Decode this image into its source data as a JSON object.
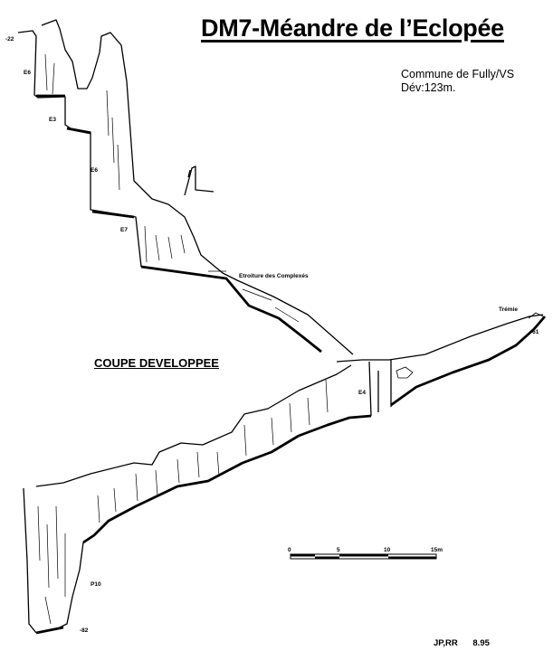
{
  "title": "DM7-Méandre de l’Eclopée",
  "commune": "Commune de Fully/VS",
  "development": "Dév:123m.",
  "section_label": "COUPE DEVELOPPEE",
  "credits": "JP,RR 8.95",
  "annotations": {
    "depth_top": "-22",
    "e6_upper": "E6",
    "e3": "E3",
    "e6_lower": "E6",
    "e7": "E7",
    "etroiture": "Etroiture des Complexés",
    "tremie": "Trémie",
    "depth_right": "-61",
    "e4": "E4",
    "p10": "P10",
    "depth_bottom": "-82"
  },
  "scale": {
    "ticks": [
      "0",
      "5",
      "10",
      "15m"
    ]
  }
}
